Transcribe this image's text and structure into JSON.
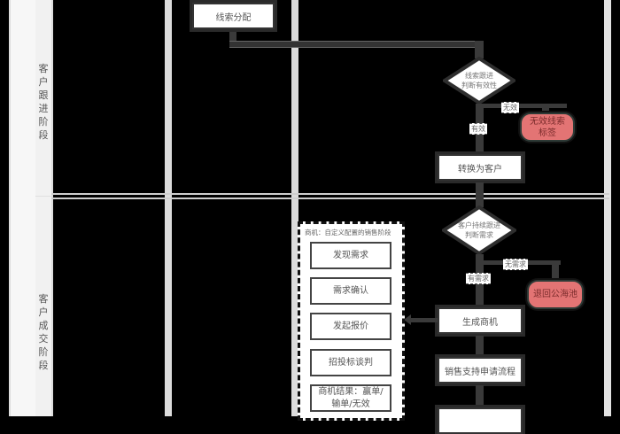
{
  "diagram": {
    "type": "swimlane-flowchart",
    "lanes": [
      {
        "label": "客户跟进阶段"
      },
      {
        "label": "客户成交阶段"
      }
    ],
    "nodes": {
      "assign_leads": "线索分配",
      "judge_validity": "线索跟进\n判断有效性",
      "invalid_tag": "无效线索\n标签",
      "convert_customer": "转换为客户",
      "judge_needs": "客户持续跟进\n判断需求",
      "return_pool": "退回公海池",
      "create_opportunity": "生成商机",
      "sales_support": "销售支持申请流程",
      "next_step_partial": ""
    },
    "edge_labels": {
      "invalid": "无效",
      "valid": "有效",
      "no_need": "无需求",
      "has_need": "有需求"
    },
    "stage_group": {
      "title": "商机：自定义配置的销售阶段",
      "stages": [
        "发现需求",
        "需求确认",
        "发起报价",
        "招投标谈判",
        "商机结果：赢单/\n输单/无效"
      ]
    },
    "colors": {
      "background": "#000000",
      "lane_strip": "#f4f4f4",
      "node_fill": "#ffffff",
      "terminal_fill": "#e37474",
      "connector": "#3a3a3a"
    }
  }
}
